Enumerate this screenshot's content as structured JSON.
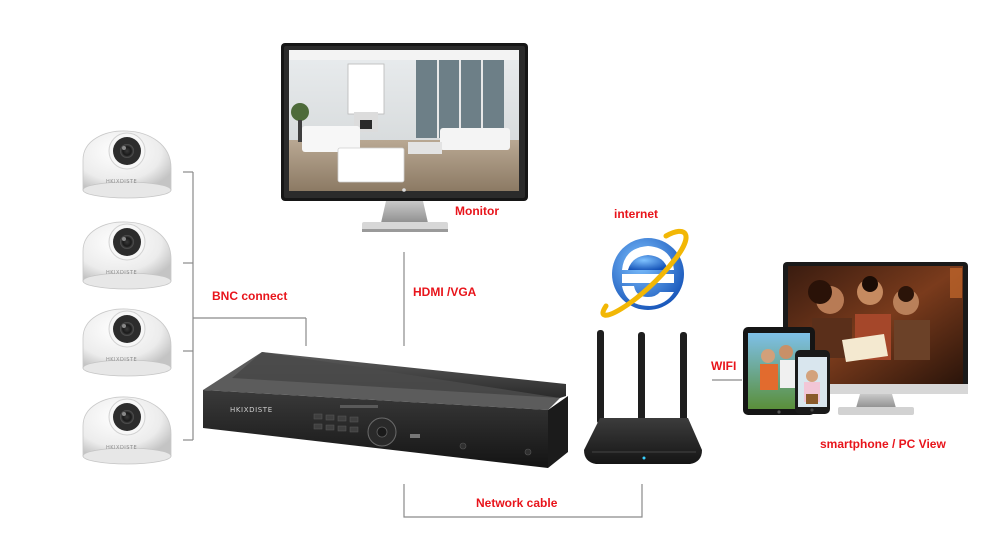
{
  "labels": {
    "monitor": "Monitor",
    "internet": "internet",
    "bnc": "BNC connect",
    "hdmi": "HDMI /VGA",
    "wifi": "WIFI",
    "pc_view": "smartphone / PC View",
    "network": "Network cable"
  },
  "brand": "HKIXDISTE",
  "colors": {
    "label": "#e8141b",
    "line": "#8a8a8a",
    "ie_blue": "#1b6fd6",
    "ie_ring": "#f2b705"
  }
}
